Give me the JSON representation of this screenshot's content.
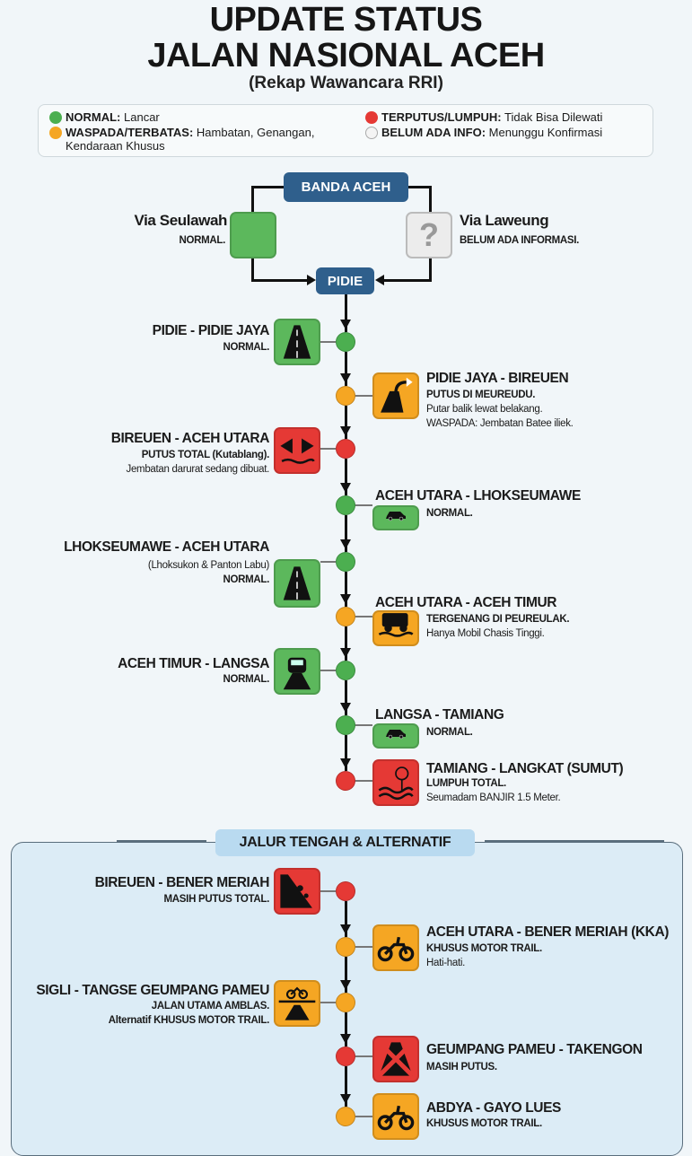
{
  "header": {
    "title_line1": "UPDATE STATUS",
    "title_line2": "JALAN NASIONAL ACEH",
    "subtitle": "(Rekap Wawancara RRI)"
  },
  "colors": {
    "normal": "#4caf50",
    "waspada": "#f5a623",
    "terputus": "#e53935",
    "belum": "#e6e6e6",
    "pill": "#2f5f8c"
  },
  "legend": [
    {
      "status": "normal",
      "label": "NORMAL:",
      "desc": "Lancar"
    },
    {
      "status": "waspada",
      "label": "WASPADA/TERBATAS:",
      "desc": "Hambatan, Genangan, Kendaraan Khusus"
    },
    {
      "status": "terputus",
      "label": "TERPUTUS/LUMPUH:",
      "desc": "Tidak Bisa Dilewati"
    },
    {
      "status": "belum",
      "label": "BELUM ADA INFO:",
      "desc": "Menunggu Konfirmasi"
    }
  ],
  "start": {
    "origin": "BANDA ACEH",
    "destination": "PIDIE",
    "left": {
      "title": "Via Seulawah",
      "status_text": "NORMAL.",
      "status": "normal",
      "icon": "car-road-icon"
    },
    "right": {
      "title": "Via Laweung",
      "status_text": "BELUM ADA INFORMASI.",
      "status": "belum",
      "icon": "question-icon"
    }
  },
  "main_route": [
    {
      "title": "PIDIE - PIDIE JAYA",
      "status": "normal",
      "icon": "road-icon",
      "lines": [
        {
          "t": "NORMAL.",
          "b": true
        }
      ]
    },
    {
      "title": "PIDIE JAYA - BIREUEN",
      "status": "waspada",
      "icon": "detour-icon",
      "lines": [
        {
          "t": "PUTUS DI MEUREUDU.",
          "b": true
        },
        {
          "t": "Putar balik lewat belakang."
        },
        {
          "t": "WASPADA: Jembatan Batee iliek."
        }
      ]
    },
    {
      "title": "BIREUEN - ACEH UTARA",
      "status": "terputus",
      "icon": "broken-bridge-icon",
      "lines": [
        {
          "t": "PUTUS TOTAL (Kutablang).",
          "b": true
        },
        {
          "t": "Jembatan darurat sedang dibuat."
        }
      ]
    },
    {
      "title": "ACEH UTARA - LHOKSEUMAWE",
      "status": "normal",
      "icon": "car-icon",
      "lines": [
        {
          "t": "NORMAL.",
          "b": true
        }
      ]
    },
    {
      "title": "LHOKSEUMAWE - ACEH UTARA",
      "status": "normal",
      "icon": "road-icon",
      "lines": [
        {
          "t": "(Lhoksukon & Panton Labu)"
        },
        {
          "t": "NORMAL.",
          "b": true
        }
      ]
    },
    {
      "title": "ACEH UTARA - ACEH TIMUR",
      "status": "waspada",
      "icon": "flooded-car-icon",
      "lines": [
        {
          "t": "TERGENANG DI PEUREULAK.",
          "b": true
        },
        {
          "t": "Hanya Mobil Chasis Tinggi."
        }
      ]
    },
    {
      "title": "ACEH TIMUR - LANGSA",
      "status": "normal",
      "icon": "car-road-icon",
      "lines": [
        {
          "t": "NORMAL.",
          "b": true
        }
      ]
    },
    {
      "title": "LANGSA - TAMIANG",
      "status": "normal",
      "icon": "car-icon",
      "lines": [
        {
          "t": "NORMAL.",
          "b": true
        }
      ]
    },
    {
      "title": "TAMIANG - LANGKAT (SUMUT)",
      "status": "terputus",
      "icon": "flood-stop-icon",
      "lines": [
        {
          "t": "LUMPUH TOTAL.",
          "b": true
        },
        {
          "t": "Seumadam BANJIR 1.5 Meter."
        }
      ]
    }
  ],
  "alternatif": {
    "heading": "JALUR TENGAH & ALTERNATIF",
    "items": [
      {
        "title": "BIREUEN - BENER MERIAH",
        "status": "terputus",
        "icon": "landslide-icon",
        "lines": [
          {
            "t": "MASIH PUTUS TOTAL.",
            "b": true
          }
        ]
      },
      {
        "title": "ACEH UTARA - BENER MERIAH (KKA)",
        "status": "waspada",
        "icon": "motorbike-icon",
        "lines": [
          {
            "t": "KHUSUS MOTOR TRAIL.",
            "b": true
          },
          {
            "t": "Hati-hati."
          }
        ]
      },
      {
        "title": "SIGLI - TANGSE GEUMPANG PAMEU",
        "status": "waspada",
        "icon": "motorbike-road-collapse-icon",
        "lines": [
          {
            "t": "JALAN UTAMA AMBLAS.",
            "b": true
          },
          {
            "t": "Alternatif KHUSUS MOTOR TRAIL.",
            "b": true
          }
        ]
      },
      {
        "title": "GEUMPANG PAMEU - TAKENGON",
        "status": "terputus",
        "icon": "road-closed-icon",
        "lines": [
          {
            "t": "MASIH PUTUS.",
            "b": true
          }
        ]
      },
      {
        "title": "ABDYA - GAYO LUES",
        "status": "waspada",
        "icon": "motorbike-icon",
        "lines": [
          {
            "t": "KHUSUS MOTOR TRAIL.",
            "b": true
          }
        ]
      }
    ]
  }
}
